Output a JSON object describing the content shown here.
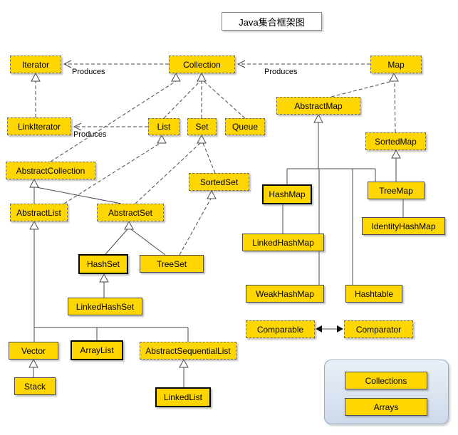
{
  "diagram_title": "Java集合框架图",
  "produces_labels": {
    "collection_to_iterator": "Produces",
    "map_to_collection": "Produces",
    "list_to_linkiterator": "Produces"
  },
  "nodes": {
    "iterator": "Iterator",
    "collection": "Collection",
    "map": "Map",
    "link_iterator": "LinkIterator",
    "list": "List",
    "set": "Set",
    "queue": "Queue",
    "abstract_map": "AbstractMap",
    "sorted_map": "SortedMap",
    "abstract_collection": "AbstractCollection",
    "sorted_set": "SortedSet",
    "hash_map": "HashMap",
    "tree_map": "TreeMap",
    "abstract_list": "AbstractList",
    "abstract_set": "AbstractSet",
    "identity_hash_map": "IdentityHashMap",
    "linked_hash_map": "LinkedHashMap",
    "hash_set": "HashSet",
    "tree_set": "TreeSet",
    "weak_hash_map": "WeakHashMap",
    "hashtable": "Hashtable",
    "linked_hash_set": "LinkedHashSet",
    "comparable": "Comparable",
    "comparator": "Comparator",
    "vector": "Vector",
    "array_list": "ArrayList",
    "abstract_sequential_list": "AbstractSequentialList",
    "stack": "Stack",
    "linked_list": "LinkedList"
  },
  "utility_panel": {
    "collections": "Collections",
    "arrays": "Arrays"
  },
  "colors": {
    "node_fill": "#FFD700",
    "panel_fill": "#D9E2EE",
    "dashed_border": "#6E6E6E",
    "solid_border": "#4A4A4A",
    "bold_border": "#000000",
    "line_color": "#4A4A4A"
  }
}
